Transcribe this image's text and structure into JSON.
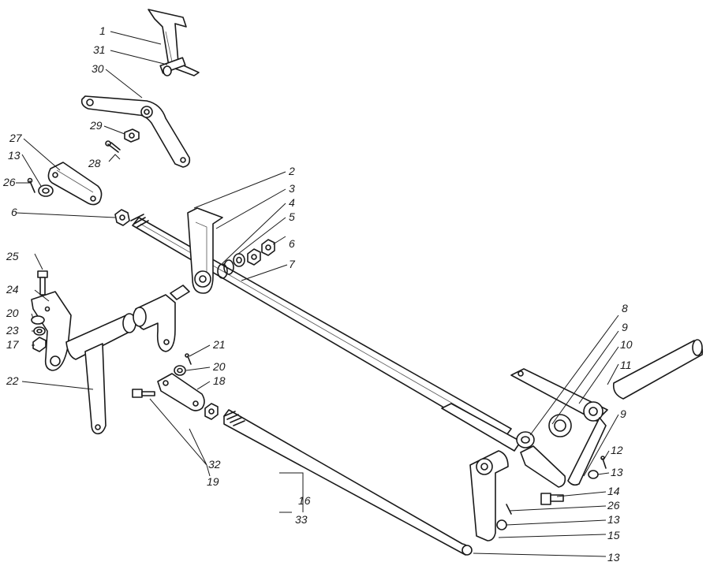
{
  "callouts": [
    {
      "id": "c1",
      "text": "1"
    },
    {
      "id": "c31",
      "text": "31"
    },
    {
      "id": "c30",
      "text": "30"
    },
    {
      "id": "c29",
      "text": "29"
    },
    {
      "id": "c28",
      "text": "28"
    },
    {
      "id": "c27",
      "text": "27"
    },
    {
      "id": "c13a",
      "text": "13"
    },
    {
      "id": "c26a",
      "text": "26"
    },
    {
      "id": "c6a",
      "text": "6"
    },
    {
      "id": "c2",
      "text": "2"
    },
    {
      "id": "c3",
      "text": "3"
    },
    {
      "id": "c4",
      "text": "4"
    },
    {
      "id": "c5",
      "text": "5"
    },
    {
      "id": "c6b",
      "text": "6"
    },
    {
      "id": "c7",
      "text": "7"
    },
    {
      "id": "c25",
      "text": "25"
    },
    {
      "id": "c24",
      "text": "24"
    },
    {
      "id": "c20a",
      "text": "20"
    },
    {
      "id": "c23",
      "text": "23"
    },
    {
      "id": "c17",
      "text": "17"
    },
    {
      "id": "c22",
      "text": "22"
    },
    {
      "id": "c21",
      "text": "21"
    },
    {
      "id": "c20b",
      "text": "20"
    },
    {
      "id": "c18",
      "text": "18"
    },
    {
      "id": "c32",
      "text": "32"
    },
    {
      "id": "c19",
      "text": "19"
    },
    {
      "id": "c16",
      "text": "16"
    },
    {
      "id": "c33",
      "text": "33"
    },
    {
      "id": "c8",
      "text": "8"
    },
    {
      "id": "c9a",
      "text": "9"
    },
    {
      "id": "c10",
      "text": "10"
    },
    {
      "id": "c11",
      "text": "11"
    },
    {
      "id": "c9b",
      "text": "9"
    },
    {
      "id": "c12",
      "text": "12"
    },
    {
      "id": "c13b",
      "text": "13"
    },
    {
      "id": "c14",
      "text": "14"
    },
    {
      "id": "c26b",
      "text": "26"
    },
    {
      "id": "c13c",
      "text": "13"
    },
    {
      "id": "c15",
      "text": "15"
    },
    {
      "id": "c13d",
      "text": "13"
    }
  ]
}
